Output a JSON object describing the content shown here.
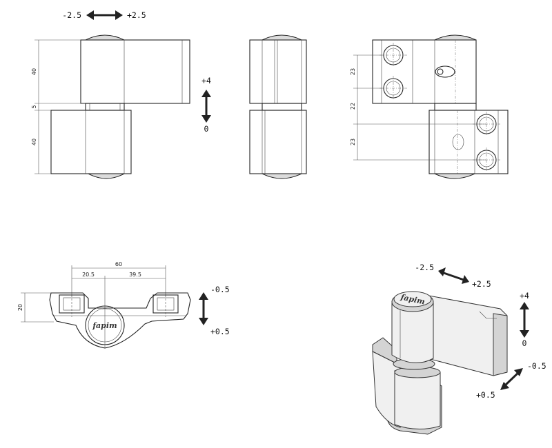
{
  "front_view": {
    "adjust_horizontal": {
      "minus": "-2.5",
      "plus": "+2.5"
    },
    "adjust_vertical": {
      "plus": "+4",
      "zero": "0"
    },
    "dims": {
      "upper_leaf": "40",
      "gap": "5",
      "lower_leaf": "40"
    }
  },
  "right_view": {
    "dims": {
      "hole_top": "23",
      "hole_gap": "22",
      "hole_bottom": "23"
    }
  },
  "top_view": {
    "dims": {
      "overall": "60",
      "left": "20.5",
      "right": "39.5",
      "depth": "20"
    },
    "adjust_depth": {
      "minus": "-0.5",
      "plus": "+0.5"
    },
    "logo_text": "fapim"
  },
  "iso_view": {
    "adjust_horizontal": {
      "minus": "-2.5",
      "plus": "+2.5"
    },
    "adjust_vertical": {
      "plus": "+4",
      "zero": "0"
    },
    "adjust_depth": {
      "minus": "-0.5",
      "plus": "+0.5"
    },
    "logo_text": "fapim"
  },
  "colors": {
    "line": "#222222",
    "background": "#ffffff",
    "cap_fill": "#dcdcdc"
  }
}
